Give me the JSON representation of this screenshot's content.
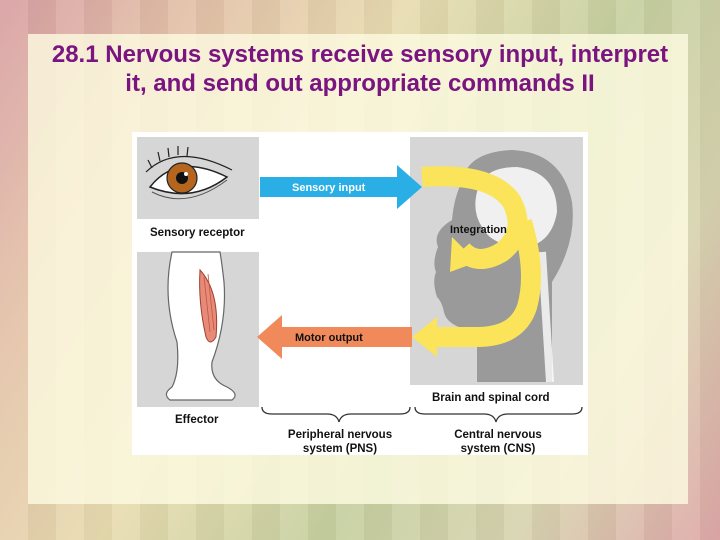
{
  "slide": {
    "title": "28.1  Nervous systems receive sensory input, interpret it, and send out appropriate commands II"
  },
  "diagram": {
    "sensory_input": "Sensory input",
    "integration": "Integration",
    "motor_output": "Motor output",
    "sensory_receptor": "Sensory receptor",
    "effector": "Effector",
    "brain_and_spinal_cord": "Brain and spinal cord",
    "pns_line1": "Peripheral nervous",
    "pns_line2": "system (PNS)",
    "cns_line1": "Central nervous",
    "cns_line2": "system (CNS)"
  },
  "colors": {
    "title": "#7a1480",
    "sensory_arrow": "#2aaee6",
    "motor_arrow": "#f08a5a",
    "integration_loop": "#fbe45a",
    "panel_gray": "#d6d6d6"
  },
  "icons": [
    "eye-icon",
    "leg-muscle-icon",
    "head-brain-icon"
  ]
}
